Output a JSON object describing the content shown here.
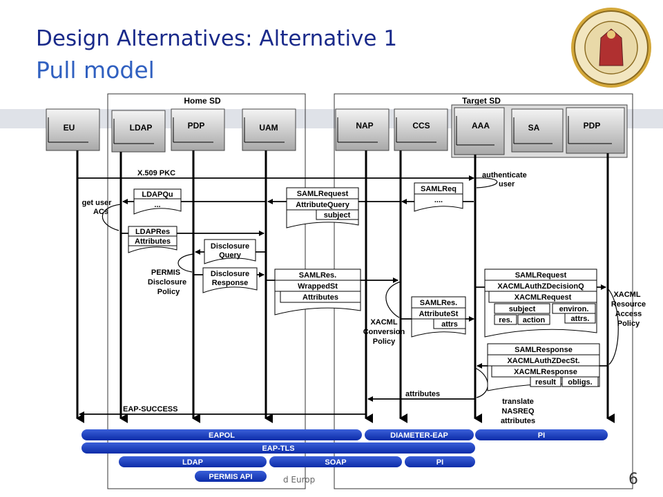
{
  "slide": {
    "title": "Design Alternatives: Alternative 1",
    "subtitle": "Pull model",
    "page_number": "6",
    "footer": "d Europ"
  },
  "domains": {
    "home": "Home SD",
    "target": "Target SD"
  },
  "entities": {
    "eu": "EU",
    "ldap": "LDAP",
    "pdp_home": "PDP",
    "uam": "UAM",
    "nap": "NAP",
    "ccs": "CCS",
    "aaa": "AAA",
    "sa": "SA",
    "pdp_target": "PDP"
  },
  "messages": {
    "x509": "X.509 PKC",
    "eap_success": "EAP-SUCCESS",
    "attributes": "attributes"
  },
  "annotations": {
    "authenticate": [
      "authenticate",
      "user"
    ],
    "get_user_acs": [
      "get user",
      "ACs"
    ],
    "permis_policy": [
      "PERMIS",
      "Disclosure",
      "Policy"
    ],
    "xacml_conversion": [
      "XACML",
      "Conversion",
      "Policy"
    ],
    "xacml_resource": [
      "XACML",
      "Resource",
      "Access",
      "Policy"
    ],
    "translate": [
      "translate",
      "NASREQ",
      "attributes"
    ]
  },
  "documents": {
    "ldapqu": [
      "LDAPQu",
      "..."
    ],
    "ldapres": [
      "LDAPRes",
      "Attributes"
    ],
    "disclosure_query": [
      "Disclosure",
      "Query"
    ],
    "disclosure_response": [
      "Disclosure",
      "Response"
    ],
    "samlrequest_mid": [
      "SAMLRequest",
      "AttributeQuery",
      "subject"
    ],
    "samlreq_right": [
      "SAMLReq",
      "...."
    ],
    "samlres_wrapped": [
      "SAMLRes.",
      "WrappedSt",
      "Attributes"
    ],
    "samlres_attr": [
      "SAMLRes.",
      "AttributeSt",
      "attrs"
    ],
    "saml_xacml_request": [
      "SAMLRequest",
      "XACMLAuthZDecisionQ",
      "XACMLRequest",
      "subject",
      "environ.",
      "res.",
      "action",
      "attrs."
    ],
    "saml_xacml_response": [
      "SAMLResponse",
      "XACMLAuthZDecSt.",
      "XACMLResponse",
      "result",
      "obligs."
    ]
  },
  "protocols": {
    "eapol": "EAPOL",
    "diameter": "DIAMETER-EAP",
    "pi1": "PI",
    "eaptls": "EAP-TLS",
    "ldap": "LDAP",
    "soap": "SOAP",
    "pi2": "PI",
    "permis": "PERMIS API"
  }
}
